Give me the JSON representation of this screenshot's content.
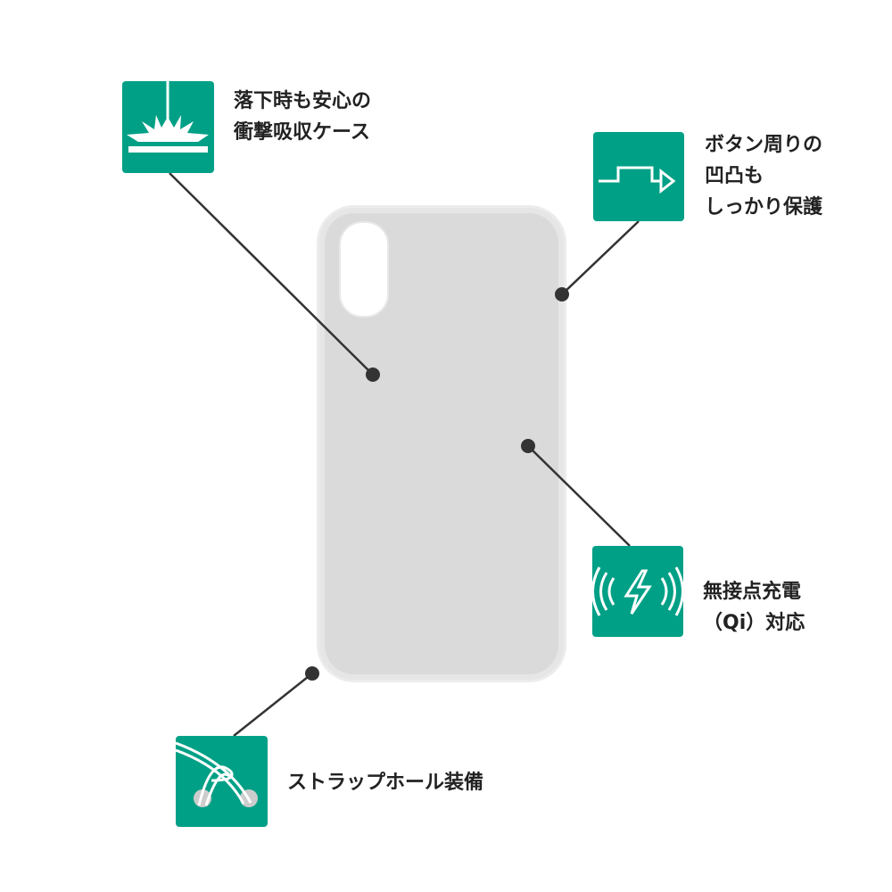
{
  "colors": {
    "accent": "#00a086",
    "line": "#333333",
    "case": "#dcdcdc"
  },
  "features": [
    {
      "icon": "impact-icon",
      "lines": [
        "落下時も安心の",
        "衝撃吸収ケース"
      ]
    },
    {
      "icon": "button-bump-icon",
      "lines": [
        "ボタン周りの",
        "凹凸も",
        "しっかり保護"
      ]
    },
    {
      "icon": "wireless-charging-icon",
      "lines": [
        "無接点充電",
        "（Qi）対応"
      ]
    },
    {
      "icon": "strap-hole-icon",
      "lines": [
        "ストラップホール装備"
      ]
    }
  ]
}
